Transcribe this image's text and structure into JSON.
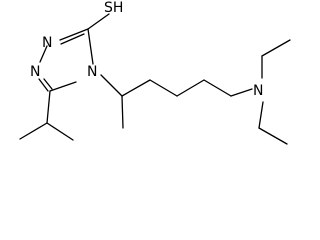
{
  "molecule": {
    "atoms": {
      "thiol": "SH",
      "ring_n1": "N",
      "ring_n2": "N",
      "ring_n4": "N",
      "amine_n": "N"
    },
    "colors": {
      "bond": "#000000",
      "label": "#000000",
      "background": "#ffffff"
    }
  }
}
